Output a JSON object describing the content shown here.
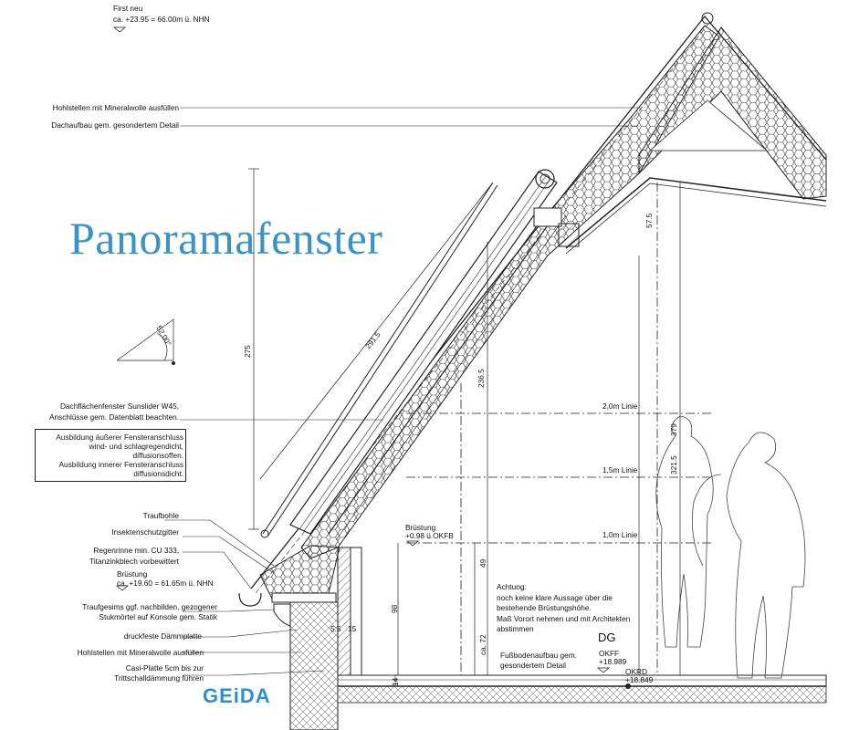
{
  "title": "Panoramafenster",
  "logo": "GEiDA",
  "levels": {
    "first_label": "First neu",
    "first_value": "ca. +23.95 = 66.00m ü. NHN",
    "brustung_label": "Brüstung",
    "brustung_value": "ca. +19.60 = 61.65m ü. NHN",
    "brustung_okfb_label": "Brüstung",
    "brustung_okfb_value": "+0.98 ü.OKFB",
    "dg": "DG",
    "okff_label": "OKFF",
    "okff_value": "+18.989",
    "okrd_label": "OKRD",
    "okrd_value": "+18.849"
  },
  "left_labels": [
    "Hohlstellen mit Mineralwolle ausfüllen",
    "Dachaufbau gem. gesondertem Detail",
    "Dachflächenfenster Sunslider W45,",
    "Anschlüsse gem. Datenblatt beachten."
  ],
  "boxed_note": [
    "Ausbildung äußerer Fensteranschluss",
    "wind- und schlagregendicht, diffusionsoffen.",
    "Ausbildung innerer Fensteranschluss",
    "diffusionsdicht."
  ],
  "lower_labels": {
    "traufbohle": "Traufbohle",
    "insekten": "Insektenschutzgitter",
    "regenrinne_1": "Regenrinne min. CU 333,",
    "regenrinne_2": "Titanzinkblech vorbewittert",
    "traufgesims_1": "Traufgesims ggf. nachbilden, gezogener",
    "traufgesims_2": "Stukmörtel auf Konsole gem. Statik",
    "daemmplatte": "druckfeste Dämmplatte",
    "hohlstellen": "Hohlstellen mit Mineralwolle ausfüllen",
    "casi_1": "Casi-Platte 5cm bis zur",
    "casi_2": "Trittschalldämmung führen"
  },
  "lines": {
    "l20": "2,0m Linie",
    "l15": "1,5m Linie",
    "l10": "1,0m Linie"
  },
  "note": [
    "Achtung:",
    "noch keine klare Aussage über die",
    "bestehende Brüstungshöhe.",
    "Maß Vorort nehmen und mit Architekten",
    "abstimmen"
  ],
  "floor_note": [
    "Fußbodenaufbau gem.",
    "gesondertem Detail"
  ],
  "dimensions": {
    "angle": "52,00°",
    "d291": "291.5",
    "d275": "275",
    "d236": "236.5",
    "d575": "57.5",
    "d379": "379",
    "d3215": "321.5",
    "d49": "49",
    "d98": "98",
    "d72": "ca. 72",
    "d14": "14",
    "d55": "5.5",
    "d15": "15"
  }
}
